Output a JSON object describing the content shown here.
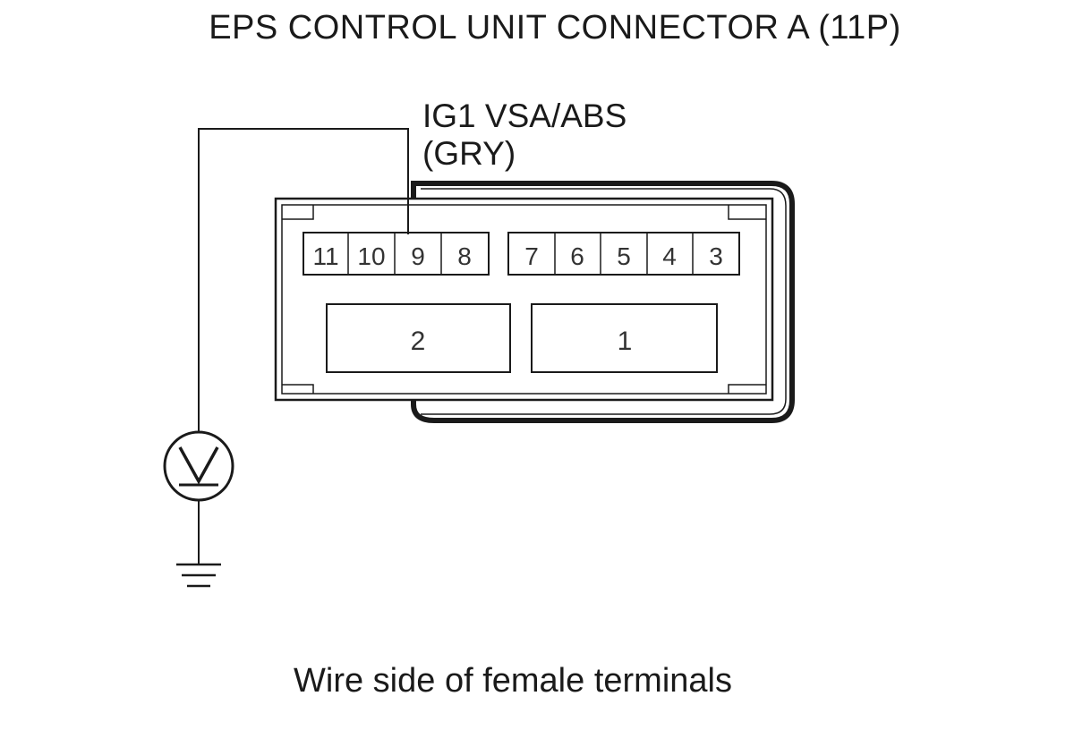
{
  "title": "EPS CONTROL UNIT CONNECTOR A (11P)",
  "wire_label": {
    "line1": "IG1 VSA/ABS",
    "line2": "(GRY)"
  },
  "terminals": {
    "top_row_left": [
      "11",
      "10",
      "9",
      "8"
    ],
    "top_row_right": [
      "7",
      "6",
      "5",
      "4",
      "3"
    ],
    "large": [
      "2",
      "1"
    ]
  },
  "probe_terminal": "9",
  "meter_icon": "voltmeter-icon",
  "ground_icon": "ground-icon",
  "caption": "Wire side of female terminals"
}
